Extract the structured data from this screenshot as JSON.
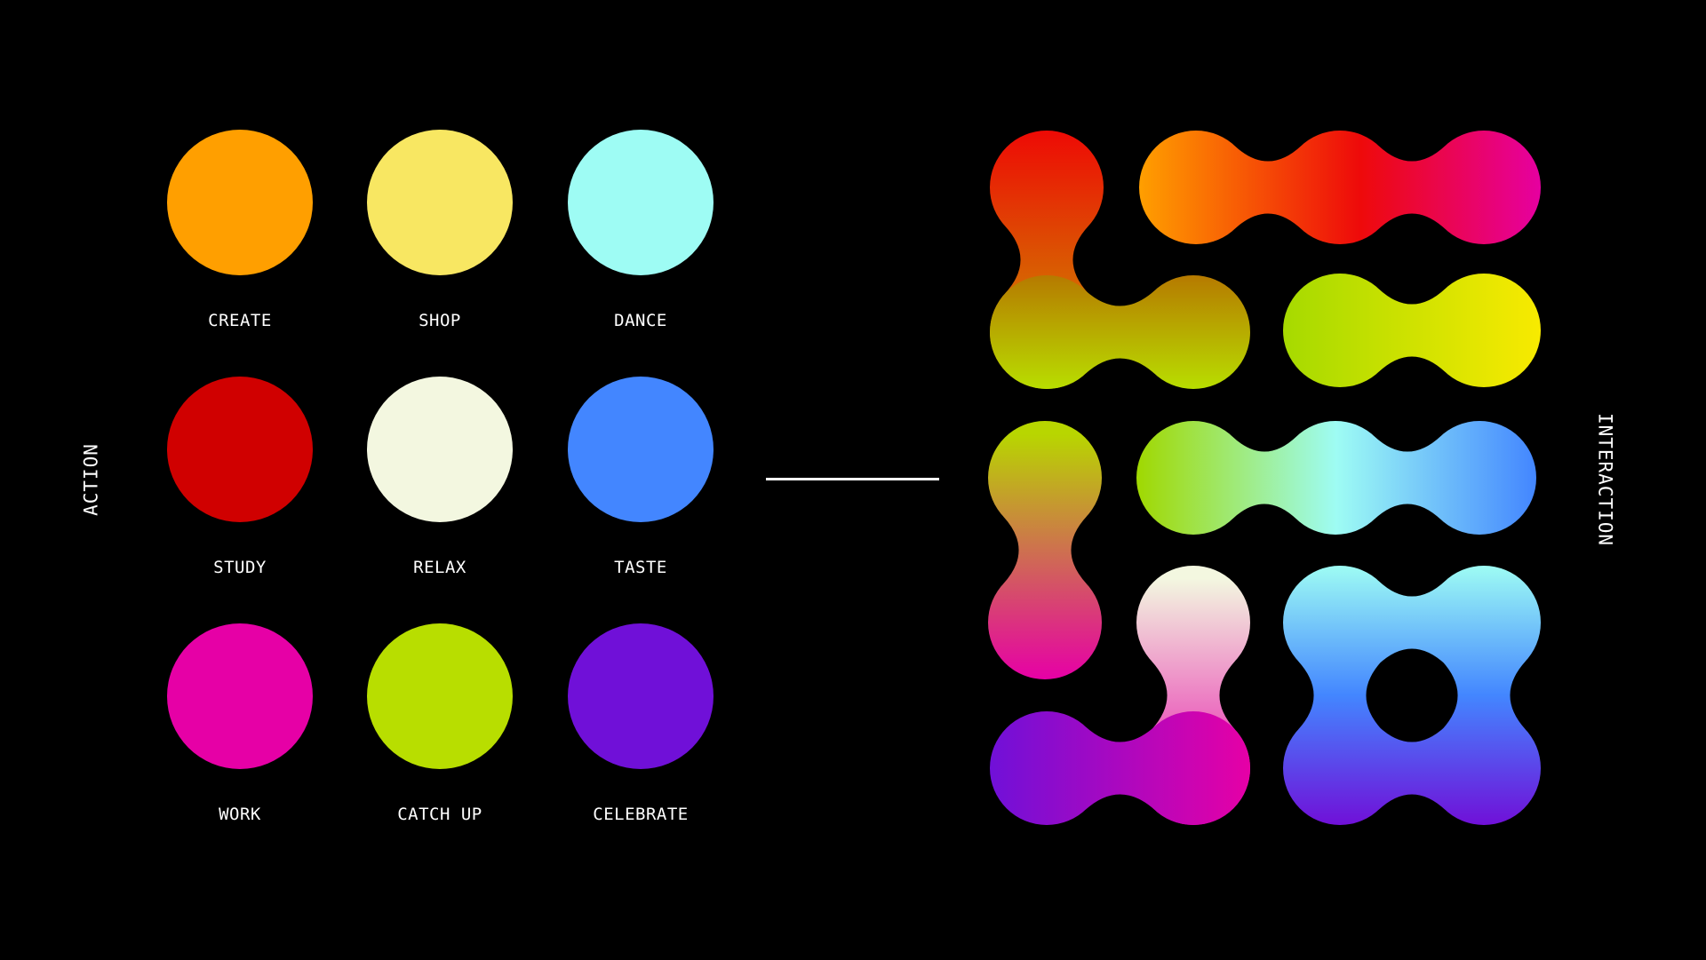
{
  "left_title": "ACTION",
  "right_title": "INTERACTION",
  "actions": [
    {
      "label": "CREATE",
      "color": "#FF9F00"
    },
    {
      "label": "SHOP",
      "color": "#F8E762"
    },
    {
      "label": "DANCE",
      "color": "#9EFCF4"
    },
    {
      "label": "STUDY",
      "color": "#D00000"
    },
    {
      "label": "RELAX",
      "color": "#F3F7E0"
    },
    {
      "label": "TASTE",
      "color": "#4386FF"
    },
    {
      "label": "WORK",
      "color": "#E600A6"
    },
    {
      "label": "CATCH UP",
      "color": "#B8DE00"
    },
    {
      "label": "CELEBRATE",
      "color": "#7010D8"
    }
  ],
  "interactions": [
    {
      "name": "study-create-vertical",
      "colors": [
        "#EE0A05",
        "#C8A000"
      ]
    },
    {
      "name": "create-study-work-horizontal",
      "colors": [
        "#FF9F00",
        "#EE0A0A",
        "#E600A0"
      ]
    },
    {
      "name": "create-shop-horizontal",
      "colors": [
        "#B67A00",
        "#B8DE00"
      ]
    },
    {
      "name": "catchup-shop-horizontal",
      "colors": [
        "#A6DA00",
        "#F8EA00"
      ]
    },
    {
      "name": "catchup-work-vertical",
      "colors": [
        "#B8D600",
        "#E600A6"
      ]
    },
    {
      "name": "catchup-dance-taste-horizontal",
      "colors": [
        "#A0D800",
        "#9EFCF4",
        "#4386FF"
      ]
    },
    {
      "name": "work-celebrate-vertical",
      "colors": [
        "#E600A6",
        "#8A08D8"
      ]
    },
    {
      "name": "relax-work-vertical",
      "colors": [
        "#F3F7E0",
        "#E600A6"
      ]
    },
    {
      "name": "celebrate-work-horizontal",
      "colors": [
        "#7010D8",
        "#E600A6"
      ]
    },
    {
      "name": "dance-taste-celebrate-cluster",
      "colors": [
        "#9EFCF4",
        "#4386FF",
        "#7010D8"
      ]
    }
  ]
}
